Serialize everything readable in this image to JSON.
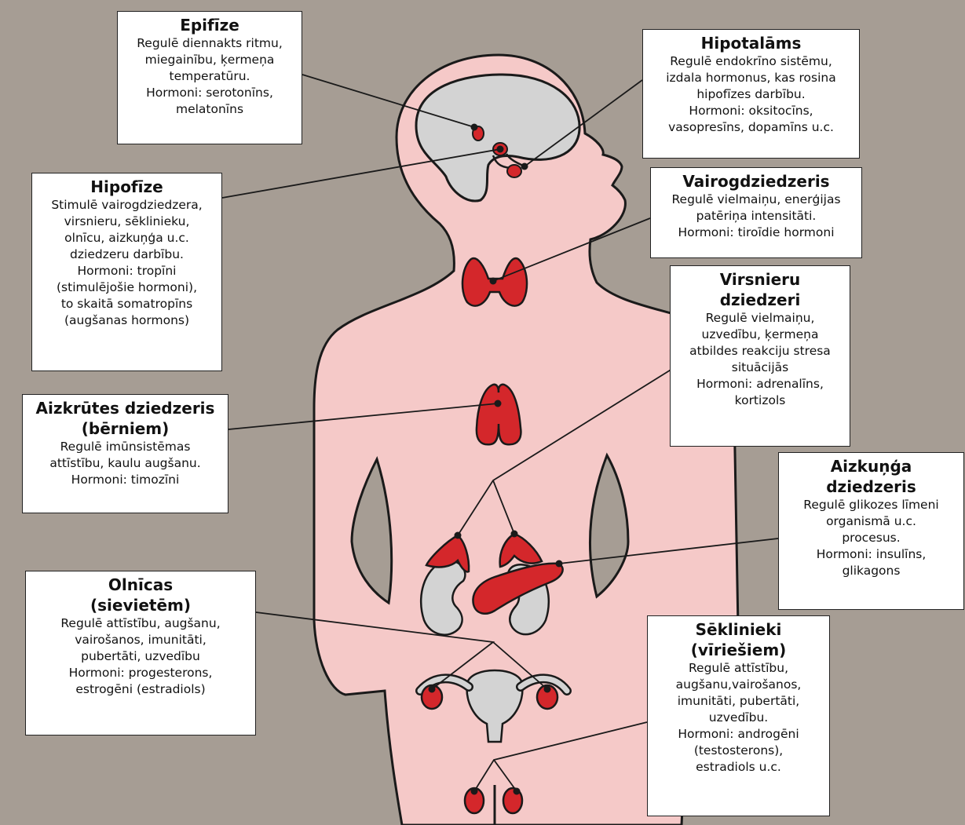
{
  "colors": {
    "background": "#a69d94",
    "body": "#f5c9c8",
    "gland": "#d4272b",
    "organ": "#d3d3d3",
    "outline": "#1a1a1a"
  },
  "labels": [
    {
      "id": "epifize",
      "title": [
        "Epifīze"
      ],
      "lines": [
        "Regulē diennakts ritmu,",
        "miegainību, ķermeņa",
        "temperatūru.",
        "Hormoni: serotonīns,",
        "melatonīns"
      ]
    },
    {
      "id": "hipotalams",
      "title": [
        "Hipotalāms"
      ],
      "lines": [
        "Regulē endokrīno sistēmu,",
        "izdala hormonus, kas rosina",
        "hipofīzes darbību.",
        "Hormoni: oksitocīns,",
        "vasopresīns, dopamīns u.c."
      ]
    },
    {
      "id": "hipofize",
      "title": [
        "Hipofīze"
      ],
      "lines": [
        "Stimulē vairogdziedzera,",
        "virsnieru, sēklinieku,",
        "olnīcu,  aizkuņģa u.c.",
        "dziedzeru darbību.",
        "Hormoni:  tropīni",
        "(stimulējošie hormoni),",
        "to skaitā  somatropīns",
        "(augšanas hormons)"
      ]
    },
    {
      "id": "vairogdziedzeris",
      "title": [
        "Vairogdziedzeris"
      ],
      "lines": [
        "Regulē vielmaiņu, enerģijas",
        "patēriņa intensitāti.",
        "Hormoni: tiroīdie hormoni"
      ]
    },
    {
      "id": "virsnieru",
      "title": [
        "Virsnieru",
        "dziedzeri"
      ],
      "lines": [
        "Regulē vielmaiņu,",
        "uzvedību, ķermeņa",
        "atbildes reakciju stresa",
        "situācijās",
        "Hormoni: adrenalīns,",
        "kortizols"
      ]
    },
    {
      "id": "aizkrutes",
      "title": [
        "Aizkrūtes dziedzeris",
        "(bērniem)"
      ],
      "lines": [
        "Regulē imūnsistēmas",
        "attīstību, kaulu augšanu.",
        "Hormoni: timozīni"
      ]
    },
    {
      "id": "aizkunga",
      "title": [
        "Aizkuņģa",
        "dziedzeris"
      ],
      "lines": [
        "Regulē glikozes līmeni",
        "organismā u.c.",
        "procesus.",
        "Hormoni: insulīns,",
        "glikagons"
      ]
    },
    {
      "id": "olnicas",
      "title": [
        "Olnīcas",
        "(sievietēm)"
      ],
      "lines": [
        "Regulē attīstību, augšanu,",
        "vairošanos, imunitāti,",
        "pubertāti, uzvedību",
        "Hormoni: progesterons,",
        "estrogēni (estradiols)"
      ]
    },
    {
      "id": "seklinieki",
      "title": [
        "Sēklinieki",
        "(vīriešiem)"
      ],
      "lines": [
        "Regulē attīstību,",
        "augšanu,vairošanos,",
        "imunitāti, pubertāti,",
        "uzvedību.",
        "Hormoni: androgēni",
        "(testosterons),",
        "estradiols u.c."
      ]
    }
  ]
}
